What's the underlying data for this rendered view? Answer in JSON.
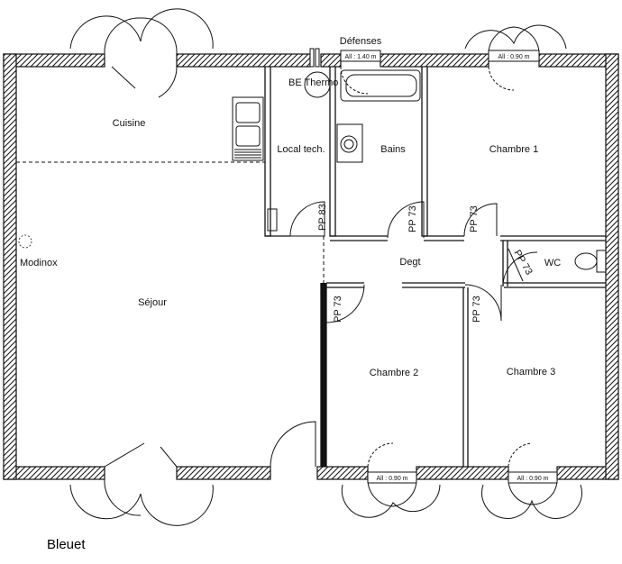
{
  "plan": {
    "rooms": {
      "cuisine": "Cuisine",
      "local_tech": "Local tech.",
      "bains": "Bains",
      "chambre1": "Chambre 1",
      "sejour": "Séjour",
      "degt": "Degt",
      "wc": "WC",
      "chambre2": "Chambre 2",
      "chambre3": "Chambre 3"
    },
    "equipment": {
      "defenses": "Défenses",
      "be_thermo": "BE Thermo",
      "modinox": "Modinox"
    },
    "doors": {
      "pp83": "PP 83",
      "pp73_bains": "PP 73",
      "pp73_ch1": "PP 73",
      "pp73_wc": "PP 73",
      "pp73_ch2": "PP 73",
      "pp73_ch3": "PP 73"
    },
    "windows": {
      "defenses_window": "All : 1.40 m",
      "chambre1_window": "All : 0.90 m",
      "chambre2_window": "All : 0.90 m",
      "chambre3_window": "All : 0.90 m"
    }
  },
  "caption": "Bleuet"
}
